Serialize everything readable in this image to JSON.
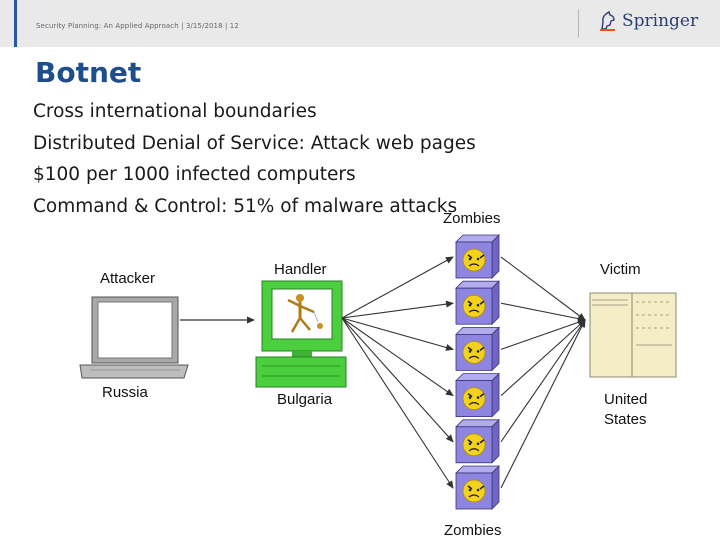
{
  "header": {
    "footer_text": "Security Planning: An Applied Approach | 3/15/2018 | 12",
    "logo_text": "Springer"
  },
  "slide": {
    "title": "Botnet",
    "bullets": [
      "Cross international boundaries",
      "Distributed Denial of Service: Attack web pages",
      "$100 per 1000 infected computers",
      "Command & Control: 51% of malware attacks"
    ]
  },
  "diagram": {
    "labels": {
      "attacker": "Attacker",
      "attacker_location": "Russia",
      "handler": "Handler",
      "handler_location": "Bulgaria",
      "zombies_top": "Zombies",
      "zombies_bottom": "Zombies",
      "victim": "Victim",
      "victim_location_line1": "United",
      "victim_location_line2": "States"
    },
    "colors": {
      "zombie_box": "#8e85e0",
      "handler_computer": "#4bcf3e",
      "victim_building": "#f4eec6",
      "zombie_face": "#f2d21c",
      "arrow": "#333333",
      "title": "#1f4e8c"
    },
    "zombie_count": 6
  }
}
